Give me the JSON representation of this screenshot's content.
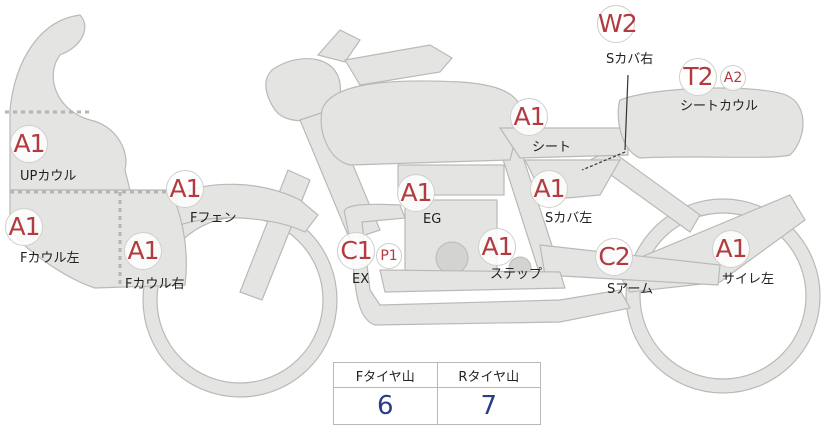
{
  "parts": [
    {
      "id": "w2",
      "grade": "W2",
      "label": "Sカバ右"
    },
    {
      "id": "t2",
      "grade": "T2",
      "label": "シートカウル"
    },
    {
      "id": "a2",
      "grade": "A2",
      "label": ""
    },
    {
      "id": "seat",
      "grade": "A1",
      "label": "シート"
    },
    {
      "id": "upcowl",
      "grade": "A1",
      "label": "UPカウル"
    },
    {
      "id": "ffender",
      "grade": "A1",
      "label": "Fフェン"
    },
    {
      "id": "eg",
      "grade": "A1",
      "label": "EG"
    },
    {
      "id": "scover-left",
      "grade": "A1",
      "label": "Sカバ左"
    },
    {
      "id": "fcowl-left",
      "grade": "A1",
      "label": "Fカウル左"
    },
    {
      "id": "fcowl-right",
      "grade": "A1",
      "label": "Fカウル右"
    },
    {
      "id": "ex",
      "grade": "C1",
      "label": "EX"
    },
    {
      "id": "p1",
      "grade": "P1",
      "label": ""
    },
    {
      "id": "step",
      "grade": "A1",
      "label": "ステップ"
    },
    {
      "id": "sarm",
      "grade": "C2",
      "label": "Sアーム"
    },
    {
      "id": "muffler-left",
      "grade": "A1",
      "label": "サイレ左"
    }
  ],
  "tire_table": {
    "headers": [
      "Fタイヤ山",
      "Rタイヤ山"
    ],
    "values": [
      "6",
      "7"
    ]
  },
  "colors": {
    "grade_text": "#b33a3f",
    "tire_value": "#2a3e86",
    "part_fill": "#e4e4e2"
  }
}
